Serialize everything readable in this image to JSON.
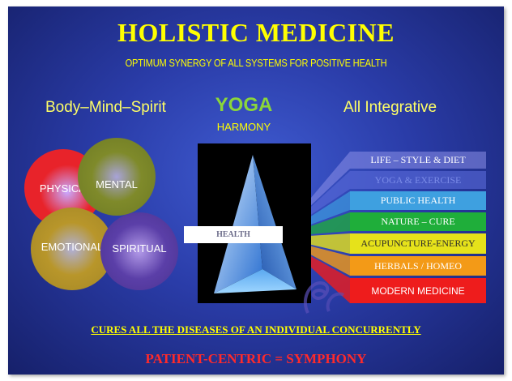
{
  "title": "HOLISTIC MEDICINE",
  "subtitle": "OPTIMUM SYNERGY OF ALL SYSTEMS FOR POSITIVE HEALTH",
  "labels": {
    "left": "Body–Mind–Spirit",
    "yoga": "YOGA",
    "harmony": "HARMONY",
    "right": "All Integrative"
  },
  "circles": [
    {
      "label": "PHYSICAL",
      "color": "#e8232a"
    },
    {
      "label": "MENTAL",
      "color": "#7f8a2a"
    },
    {
      "label": "EMOTIONAL",
      "color": "#b8962a"
    },
    {
      "label": "SPIRITUAL",
      "color": "#5b3fa8"
    }
  ],
  "health": "HEALTH",
  "systems": [
    {
      "label": "LIFE – STYLE & DIET",
      "color": "#8c90e8"
    },
    {
      "label": "YOGA & EXERCISE",
      "color": "#5a6bd8"
    },
    {
      "label": "PUBLIC HEALTH",
      "color": "#3ea0e0"
    },
    {
      "label": "NATURE – CURE",
      "color": "#1fae3a"
    },
    {
      "label": "ACUPUNCTURE-ENERGY",
      "color": "#e6e21a"
    },
    {
      "label": "HERBALS / HOMEO",
      "color": "#f39a17"
    },
    {
      "label": "MODERN MEDICINE",
      "color": "#ee1c1c"
    }
  ],
  "footer": {
    "line1": "CURES ALL THE DISEASES OF AN INDIVIDUAL CONCURRENTLY",
    "line2": "PATIENT-CENTRIC = SYMPHONY"
  }
}
